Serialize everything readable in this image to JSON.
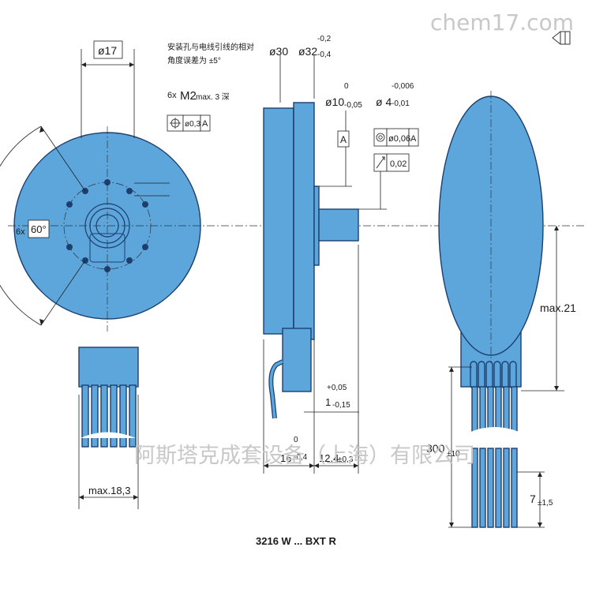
{
  "watermark_top": "chem17.com",
  "watermark_bottom": "阿斯塔克成套设备（上海）有限公司",
  "caption": "3216 W ... BXT R",
  "front_view": {
    "diam_label": "ø17",
    "note_line1": "安装孔与电线引线的相对",
    "note_line2": "角度误差为 ±5°",
    "screw_qty": "6x",
    "screw_thread": "M2",
    "screw_depth": "max. 3 深",
    "pos_tol": "ø0,3",
    "pos_ref": "A",
    "angle_qty": "6x",
    "angle_value": "60°",
    "width_label": "max.18,3"
  },
  "side_view": {
    "d30": "ø30",
    "d32": "ø32",
    "d32_upper": "-0,2",
    "d32_lower": "-0,4",
    "d10": "ø10",
    "d10_upper": "0",
    "d10_lower": "-0,05",
    "d4": "ø 4",
    "d4_upper": "-0,006",
    "d4_lower": "-0,01",
    "datum": "A",
    "conc_tol": "ø0,06",
    "conc_ref": "A",
    "runout_tol": "0,02",
    "step_upper": "+0,05",
    "step_value": "1",
    "step_lower": "-0,15",
    "len16": "16",
    "len16_upper": "0",
    "len16_lower": "-0,4",
    "len12": "12,4",
    "len12_tol": "±0,3"
  },
  "rear_view": {
    "height_label": "max.21",
    "wire_len": "300",
    "wire_tol": "±10",
    "strip_len": "7",
    "strip_tol": "±1,5"
  }
}
